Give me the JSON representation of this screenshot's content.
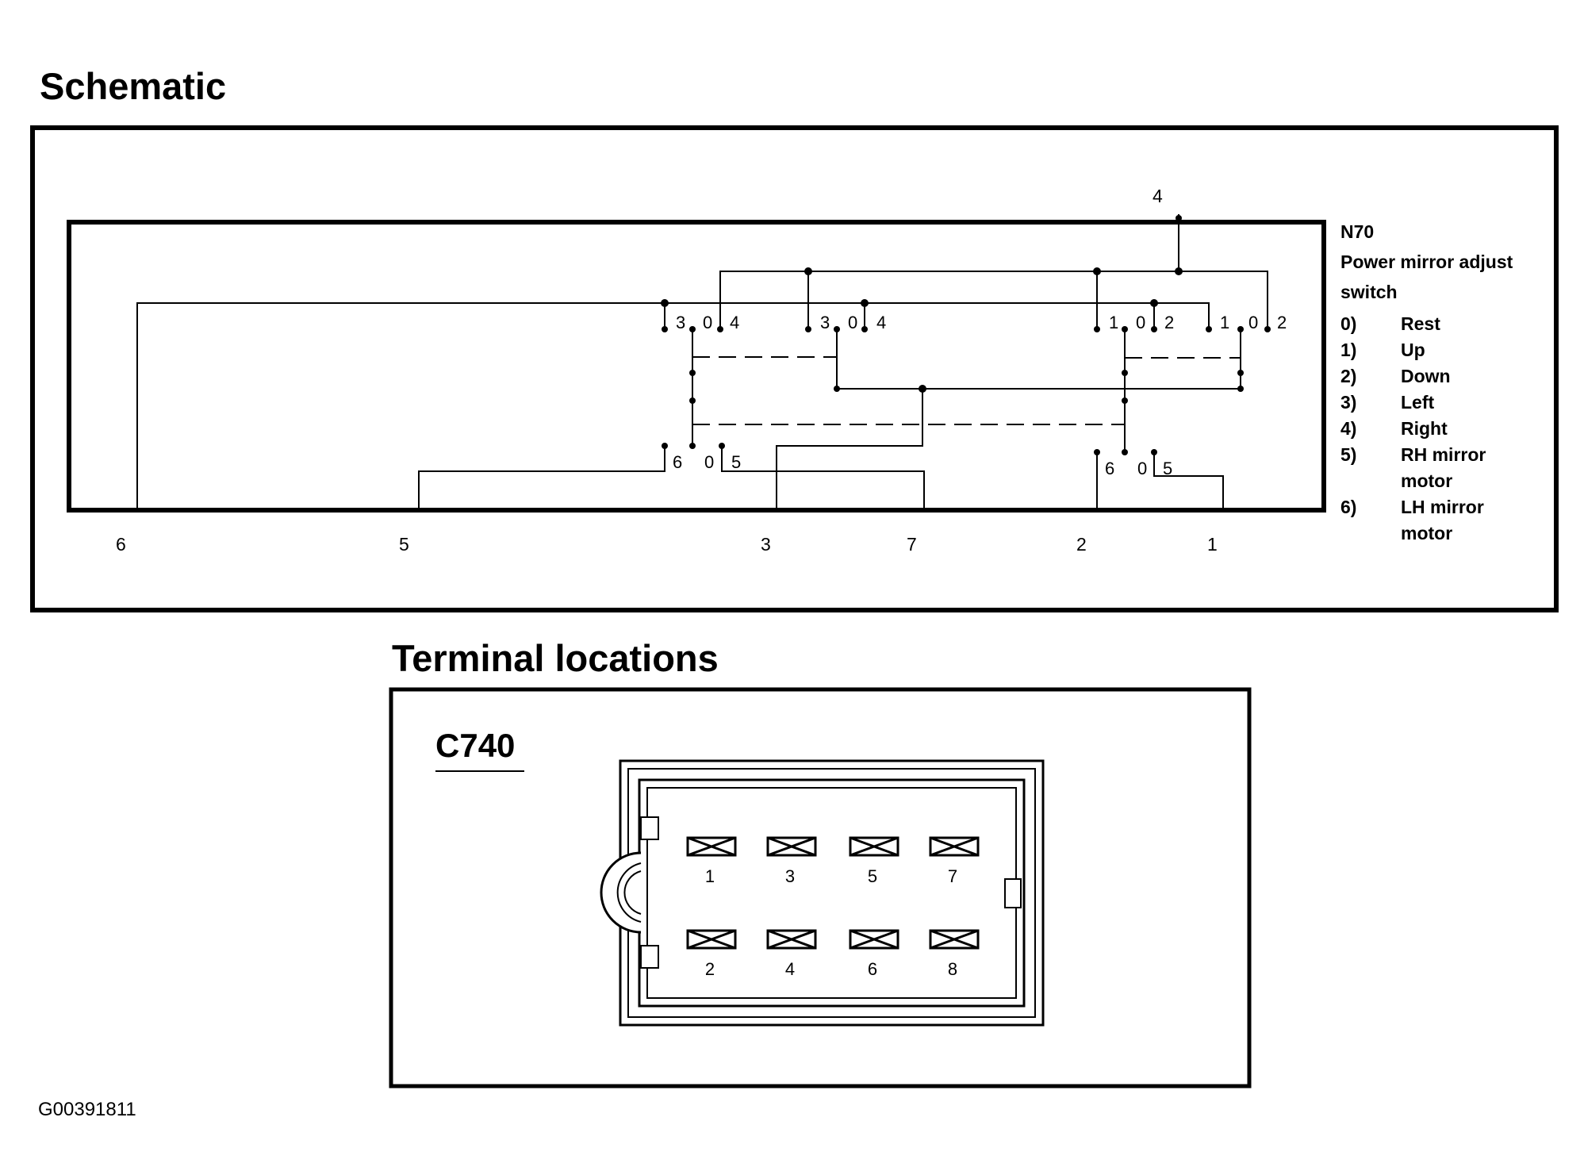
{
  "headings": {
    "schematic": "Schematic",
    "terminal_locations": "Terminal locations"
  },
  "figure_id": "G00391811",
  "component": {
    "code": "N70",
    "name_line1": "Power mirror adjust",
    "name_line2": "switch"
  },
  "legend": [
    {
      "code": "0)",
      "label": "Rest"
    },
    {
      "code": "1)",
      "label": "Up"
    },
    {
      "code": "2)",
      "label": "Down"
    },
    {
      "code": "3)",
      "label": "Left"
    },
    {
      "code": "4)",
      "label": "Right"
    },
    {
      "code": "5)",
      "label": "RH mirror",
      "label2": "motor"
    },
    {
      "code": "6)",
      "label": "LH mirror",
      "label2": "motor"
    }
  ],
  "terminals_bottom": [
    "6",
    "5",
    "3",
    "7",
    "2",
    "1"
  ],
  "terminal_top": "4",
  "switch_positions": {
    "left_upper": [
      "3",
      "0",
      "4"
    ],
    "middle_upper": [
      "3",
      "0",
      "4"
    ],
    "right_upper_a": [
      "1",
      "0",
      "2"
    ],
    "right_upper_b": [
      "1",
      "0",
      "2"
    ],
    "left_lower": [
      "6",
      "0",
      "5"
    ],
    "right_lower": [
      "6",
      "0",
      "5"
    ]
  },
  "connector": {
    "label": "C740",
    "pins_top": [
      "1",
      "3",
      "5",
      "7"
    ],
    "pins_bottom": [
      "2",
      "4",
      "6",
      "8"
    ]
  },
  "colors": {
    "line": "#000000",
    "background": "#ffffff"
  }
}
